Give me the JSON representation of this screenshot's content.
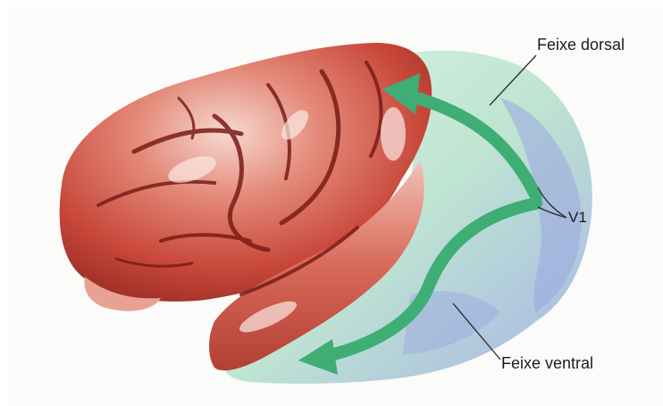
{
  "diagram": {
    "labels": {
      "dorsal": "Feixe dorsal",
      "v1": "V1",
      "ventral": "Feixe ventral"
    },
    "colors": {
      "cortex_red": "#c94a3c",
      "cortex_highlight": "#f3d6cf",
      "visual_cortex": "#bfe5d2",
      "visual_shadow": "#9aa6e0",
      "arrow_green": "#3fae74",
      "background": "#fbfbfa"
    }
  }
}
